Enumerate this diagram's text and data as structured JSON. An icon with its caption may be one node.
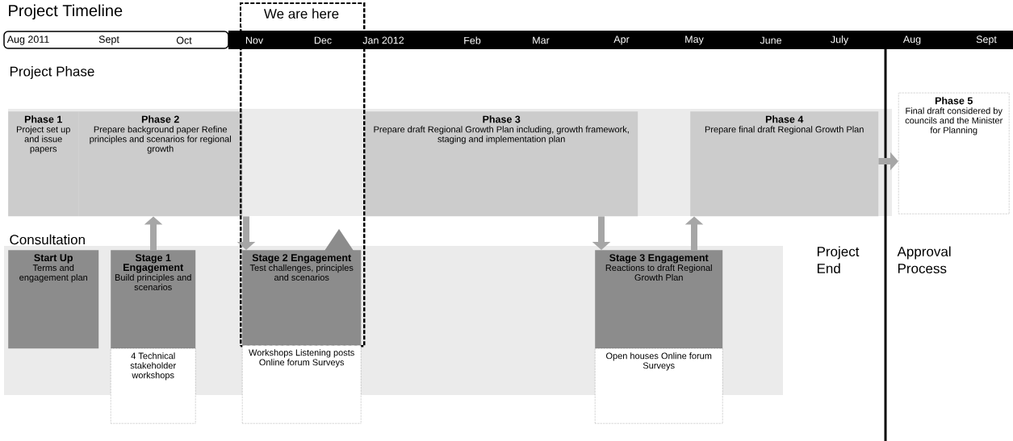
{
  "diagram": {
    "title": "Project Timeline",
    "nodes": [
      {
        "text": [
          "Phase 1",
          "Project set up and issue papers"
        ]
      },
      {
        "text": [
          "Phase 2",
          "Prepare background paper Refine principles and scenarios for regional growth"
        ]
      },
      {
        "text": [
          "Phase 3",
          "Prepare draft Regional Growth Plan including, growth framework, staging and implementation plan"
        ]
      },
      {
        "text": [
          "Phase 4",
          "Prepare final draft Regional Growth Plan"
        ]
      },
      {
        "text": [
          "Phase 5",
          "Final draft considered by councils and the Minister for Planning"
        ]
      },
      {
        "text": [
          "We are here"
        ]
      },
      {
        "text": [
          "Start Up",
          "Terms and engagement plan"
        ]
      },
      {
        "text": [
          "Stage 1 Engagement",
          "Build principles and scenarios"
        ]
      },
      {
        "text": [
          "4 Technical stakeholder workshops"
        ]
      },
      {
        "text": [
          "Stage 2 Engagement",
          "Test challenges, principles and scenarios"
        ],
        "in": 5
      },
      {
        "text": [
          "Workshops Listening posts Online forum Surveys"
        ]
      },
      {
        "text": [
          "Stage 3 Engagement",
          "Reactions to draft Regional Growth Plan"
        ]
      },
      {
        "text": [
          "Open houses Online forum Surveys"
        ]
      }
    ],
    "edges": [
      {
        "from": 7,
        "to": 1,
        "arrow": "to"
      },
      {
        "from": 1,
        "to": 9,
        "arrow": "to"
      },
      {
        "from": 2,
        "to": 11,
        "arrow": "to"
      },
      {
        "from": 11,
        "to": 3,
        "arrow": "to"
      },
      {
        "from": 3,
        "to": 4,
        "arrow": "to"
      }
    ],
    "labels": [
      "Aug 2011",
      "Sept",
      "Oct",
      "Nov",
      "Dec",
      "Jan 2012",
      "Feb",
      "Mar",
      "Apr",
      "May",
      "June",
      "July",
      "Aug",
      "Sept",
      "Project Phase",
      "Consultation",
      "Project End",
      "Approval Process"
    ]
  }
}
